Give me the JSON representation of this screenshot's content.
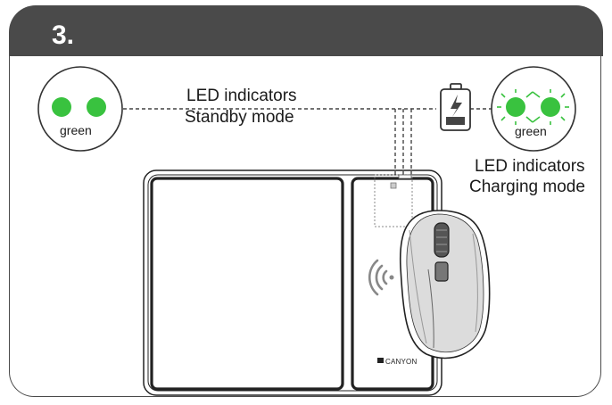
{
  "header": {
    "step_number": "3."
  },
  "standby": {
    "title_line1": "LED indicators",
    "title_line2": "Standby mode",
    "led_color_label": "green",
    "led_color": "#39c23f"
  },
  "charging": {
    "title_line1": "LED indicators",
    "title_line2": "Charging mode",
    "led_color_label": "green",
    "led_color": "#39c23f"
  },
  "device": {
    "brand": "CANYON"
  },
  "icons": [
    "battery-charging-icon",
    "wireless-charging-icon",
    "led-glow-rays-icon"
  ],
  "colors": {
    "header_bg": "#4a4a4a",
    "line": "#333333",
    "led_green": "#39c23f"
  }
}
